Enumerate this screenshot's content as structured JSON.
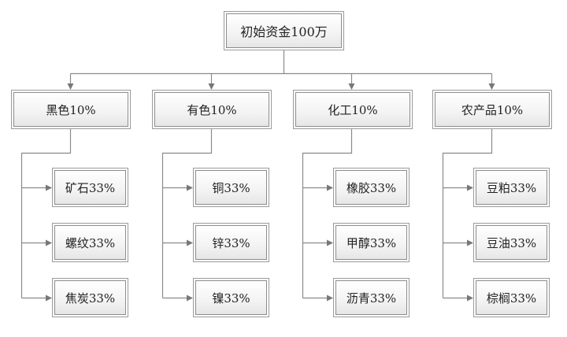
{
  "diagram": {
    "type": "tree",
    "colors": {
      "line": "#777777",
      "box_border": "#9a9a9a",
      "box_fill_top": "#ffffff",
      "box_fill_bottom": "#e6e6e6",
      "text": "#222222"
    },
    "root": {
      "label": "初始资金100万"
    },
    "categories": [
      {
        "label": "黑色10%",
        "children": [
          {
            "label": "矿石33%"
          },
          {
            "label": "螺纹33%"
          },
          {
            "label": "焦炭33%"
          }
        ]
      },
      {
        "label": "有色10%",
        "children": [
          {
            "label": "铜33%"
          },
          {
            "label": "锌33%"
          },
          {
            "label": "镍33%"
          }
        ]
      },
      {
        "label": "化工10%",
        "children": [
          {
            "label": "橡胶33%"
          },
          {
            "label": "甲醇33%"
          },
          {
            "label": "沥青33%"
          }
        ]
      },
      {
        "label": "农产品10%",
        "children": [
          {
            "label": "豆粕33%"
          },
          {
            "label": "豆油33%"
          },
          {
            "label": "棕榈33%"
          }
        ]
      }
    ]
  }
}
